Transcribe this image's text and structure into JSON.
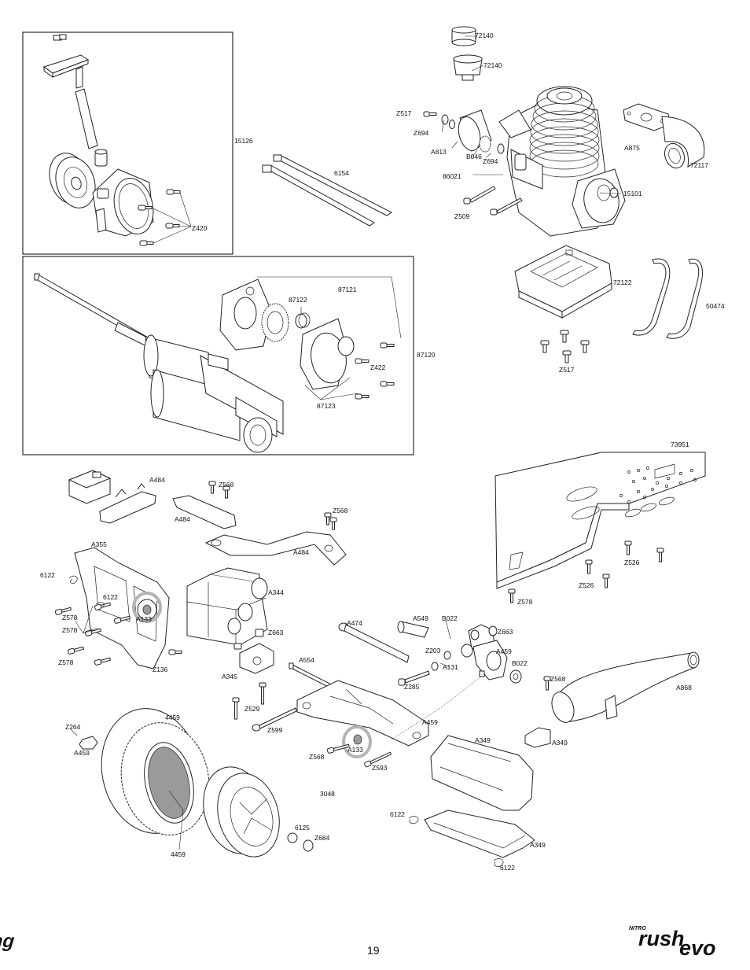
{
  "page_number": "19",
  "brand_logo": "hpi-racing",
  "product_logo": {
    "prefix": "NITRO",
    "name_top": "rush",
    "name_bottom": "evo"
  },
  "colors": {
    "line": "#222222",
    "highlight": "#b4b4b4",
    "tire_insert": "#9a9a9a"
  },
  "parts": {
    "p72140a": "72140",
    "p72140b": "72140",
    "p15126": "15126",
    "p6154": "6154",
    "pZ517a": "Z517",
    "pZ694a": "Z694",
    "pA813": "A813",
    "pB046": "B046",
    "pZ694b": "Z694",
    "pA875": "A875",
    "p72117": "72117",
    "p86021": "86021",
    "p15101": "15101",
    "pZ509": "Z509",
    "pZ420": "Z420",
    "p72122": "72122",
    "p50474": "50474",
    "pZ517b": "Z517",
    "p87121": "87121",
    "p87122": "87122",
    "pZ422": "Z422",
    "p87120": "87120",
    "p87123": "87123",
    "pA484a": "A484",
    "pZ568a": "Z568",
    "pA484b": "A484",
    "pZ568b": "Z568",
    "pA484c": "A484",
    "p73951": "73951",
    "pA355": "A355",
    "p6122a": "6122",
    "p6122b": "6122",
    "pA344": "A344",
    "pA133a": "A133",
    "pZ578a": "Z578",
    "pZ578b": "Z578",
    "pZ578c": "Z578",
    "pZ663a": "Z663",
    "pZ136": "Z136",
    "pA345": "A345",
    "pA554": "A554",
    "pA474": "A474",
    "pA549": "A549",
    "pB022a": "B022",
    "pZ663b": "Z663",
    "pZ203": "Z203",
    "pA459a": "A459",
    "pA131": "A131",
    "pB022b": "B022",
    "pZ285": "Z285",
    "pZ568c": "Z568",
    "pA868": "A868",
    "pZ526a": "Z526",
    "pZ526b": "Z526",
    "pZ578d": "Z578",
    "p4459a": "4459",
    "pZ264": "Z264",
    "pA459b": "A459",
    "pZ529": "Z529",
    "pZ599": "Z599",
    "pA459c": "A459",
    "pA349a": "A349",
    "pA349b": "A349",
    "pZ568d": "Z568",
    "pA133b": "A133",
    "pZ593": "Z593",
    "p3048": "3048",
    "p6125": "6125",
    "pZ684": "Z684",
    "p6122c": "6122",
    "pA349c": "A349",
    "p4459b": "4459",
    "p6122d": "6122"
  }
}
